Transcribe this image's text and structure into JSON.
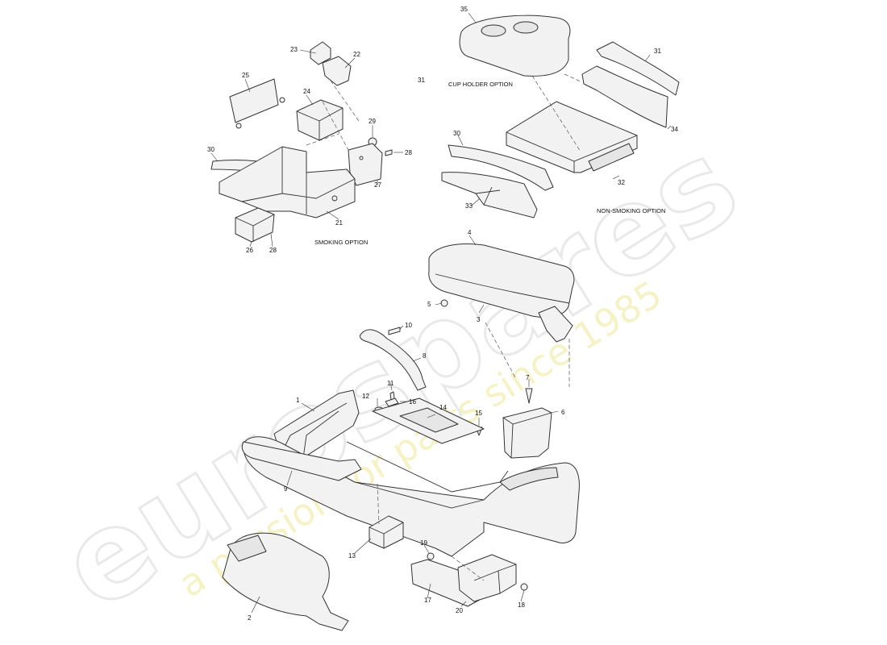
{
  "watermark": {
    "brand": "eurospares",
    "tagline": "a passion for parts since 1985"
  },
  "captions": {
    "smoking": "SMOKING OPTION",
    "non_smoking": "NON-SMOKING OPTION",
    "cup_holder": "CUP HOLDER OPTION"
  },
  "callouts": {
    "c1": "1",
    "c2": "2",
    "c3": "3",
    "c4": "4",
    "c5": "5",
    "c6": "6",
    "c7": "7",
    "c8": "8",
    "c9": "9",
    "c10": "10",
    "c11": "11",
    "c12": "12",
    "c13": "13",
    "c14": "14",
    "c15": "15",
    "c16": "16",
    "c17": "17",
    "c18": "18",
    "c19": "19",
    "c20": "20",
    "c21": "21",
    "c22": "22",
    "c23": "23",
    "c24": "24",
    "c25": "25",
    "c26": "26",
    "c27": "27",
    "c28a": "28",
    "c28b": "28",
    "c29": "29",
    "c30a": "30",
    "c30b": "30",
    "c31a": "31",
    "c31b": "31",
    "c32": "32",
    "c33": "33",
    "c34": "34",
    "c35": "35"
  }
}
